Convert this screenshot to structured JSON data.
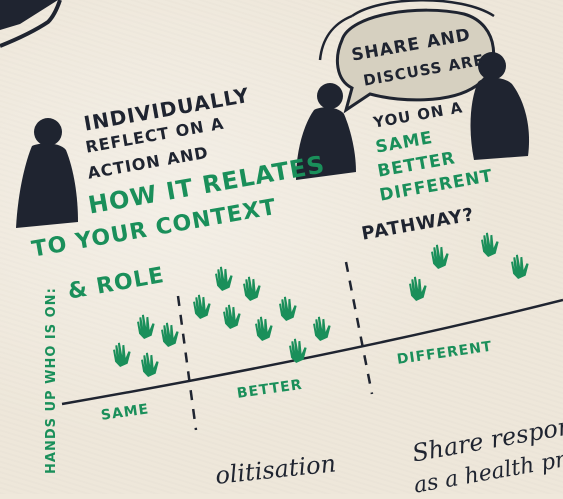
{
  "left_block": {
    "lines": [
      "INDIVIDUALLY",
      "REFLECT ON A",
      "ACTION AND"
    ],
    "green_lines": [
      "HOW IT RELATES",
      "TO YOUR CONTEXT",
      "& ROLE"
    ]
  },
  "speech_bubble": {
    "lines": [
      "SHARE AND",
      "DISCUSS ARE"
    ]
  },
  "right_block": {
    "line1": "YOU ON A",
    "options": [
      "SAME",
      "BETTER",
      "DIFFERENT"
    ],
    "line_last": "PATHWAY?"
  },
  "axis": {
    "side_label": "HANDS UP WHO IS ON:",
    "labels": {
      "same": "SAME",
      "better": "BETTER",
      "different": "DIFFERENT"
    }
  },
  "bottom_text": {
    "left": "olitisation",
    "right_line1": "Share responsi",
    "right_line2": "as a health prof"
  },
  "colors": {
    "ink": "#1f2430",
    "green": "#1a8f5a",
    "paper": "#eee7da"
  }
}
